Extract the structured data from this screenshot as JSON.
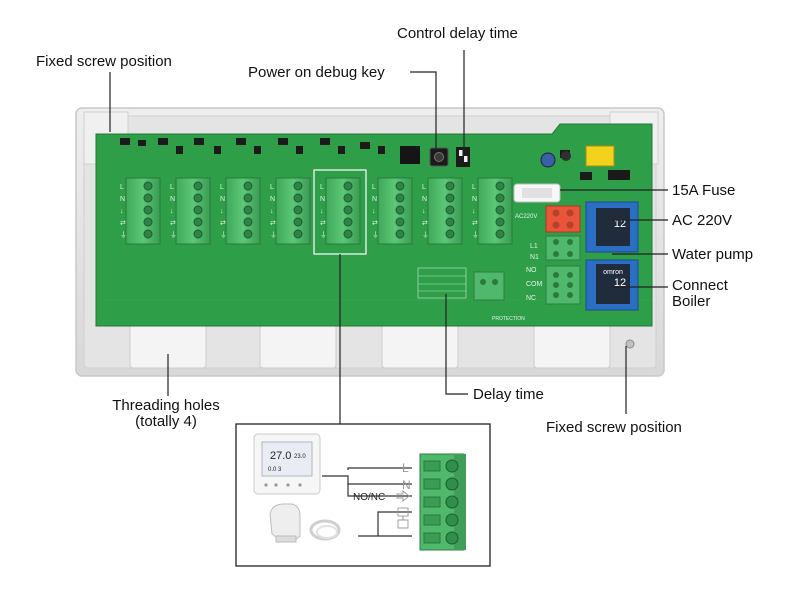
{
  "labels": {
    "fixed_screw_top": "Fixed screw position",
    "power_debug_key": "Power on debug key",
    "control_delay_time": "Control delay time",
    "fuse": "15A Fuse",
    "ac_220v": "AC 220V",
    "water_pump": "Water pump",
    "connect_boiler_line1": "Connect",
    "connect_boiler_line2": "Boiler",
    "delay_time": "Delay time",
    "fixed_screw_bottom": "Fixed screw position",
    "threading_holes_line1": "Threading holes",
    "threading_holes_line2": "(totally 4)"
  },
  "board": {
    "terminal_pins": [
      "L",
      "N",
      "↓",
      "⇄",
      "⏚"
    ],
    "pcb_marks": [
      "AC220V",
      "L1",
      "N1",
      "NO",
      "COM",
      "NC",
      "PROTECTION"
    ],
    "relay_text": [
      "omron",
      "12"
    ]
  },
  "inset": {
    "thermostat_main": "27.0",
    "thermostat_set": "23.0",
    "thermostat_small": "0.0 3",
    "wire_L": "L",
    "wire_N": "N",
    "wire_nonc": "NO/NC",
    "colors": {
      "terminal_green": "#4fb86a",
      "pcb_green": "#2e9e48",
      "relay_blue": "#2a6fc4",
      "fuse_orange": "#e8553a"
    }
  }
}
